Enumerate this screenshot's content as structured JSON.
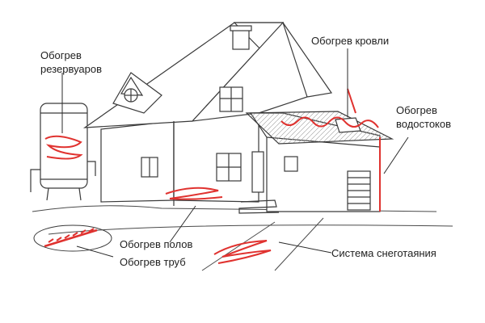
{
  "labels": {
    "tank": [
      "Обогрев",
      "резервуаров"
    ],
    "roof": "Обогрев кровли",
    "gutters": [
      "Обогрев",
      "водостоков"
    ],
    "floors": "Обогрев полов",
    "pipes": "Обогрев труб",
    "snow": "Система снеготаяния"
  },
  "colors": {
    "line": "#3a3a3a",
    "heating": "#e0322f",
    "leader": "#2a2a2a",
    "background": "#ffffff"
  }
}
